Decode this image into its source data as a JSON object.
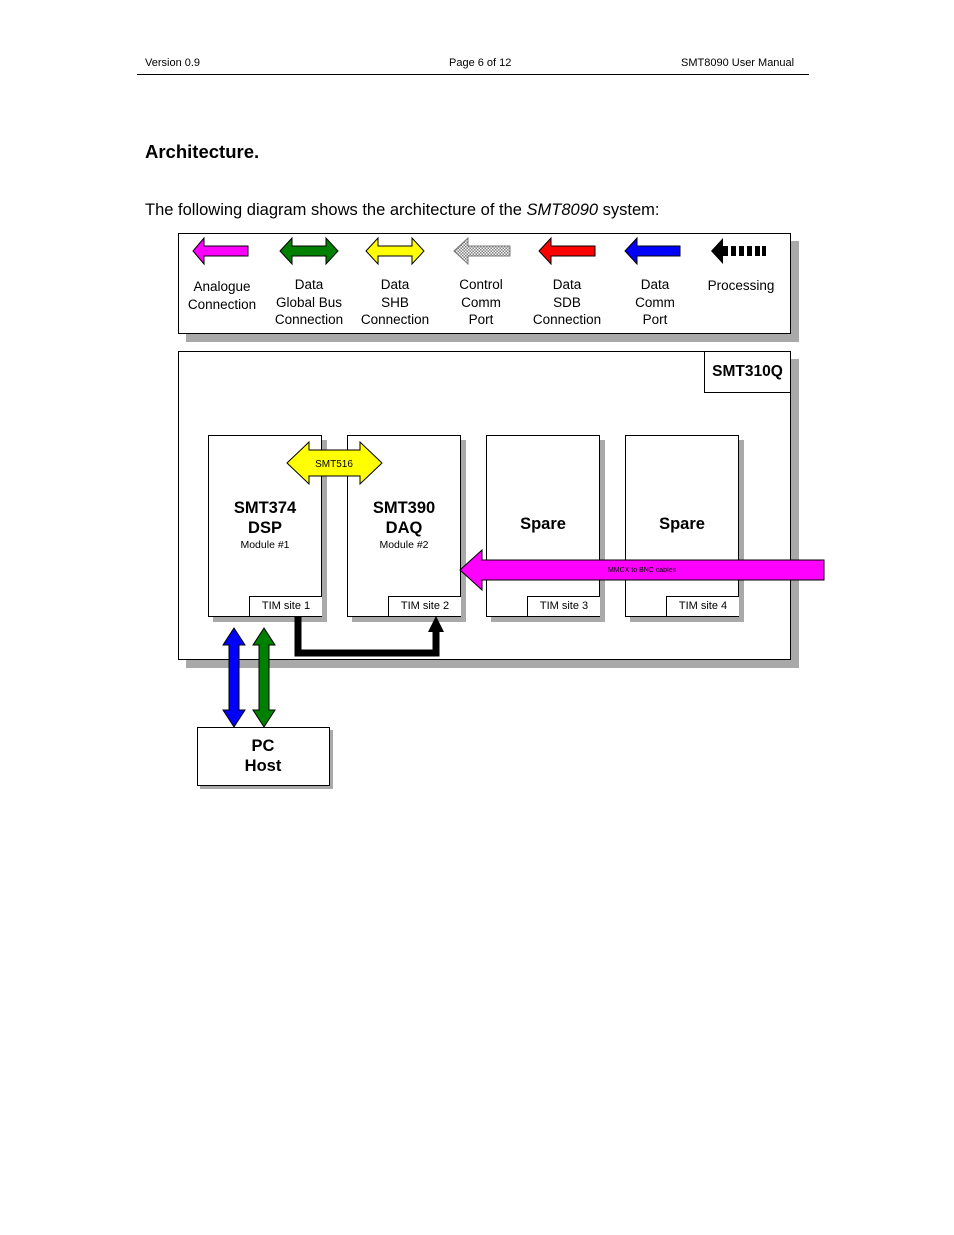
{
  "header": {
    "version": "Version 0.9",
    "page": "Page 6 of 12",
    "manual": "SMT8090 User Manual"
  },
  "section_title": "Architecture.",
  "intro": {
    "before": "The following diagram shows the architecture of the ",
    "emph": "SMT8090",
    "after": " system:"
  },
  "legend": [
    {
      "lines": [
        "Analogue",
        "Connection"
      ],
      "color": "#ff00ff",
      "style": "solid",
      "icon": "double-arrow-icon"
    },
    {
      "lines": [
        "Data",
        "Global Bus",
        "Connection"
      ],
      "color": "#008000",
      "style": "solid",
      "icon": "double-arrow-icon"
    },
    {
      "lines": [
        "Data",
        "SHB",
        "Connection"
      ],
      "color": "#ffff00",
      "style": "solid",
      "icon": "double-arrow-icon"
    },
    {
      "lines": [
        "Control",
        "Comm",
        "Port"
      ],
      "color": "#b0b0b0",
      "style": "hatched",
      "icon": "left-arrow-icon"
    },
    {
      "lines": [
        "Data",
        "SDB",
        "Connection"
      ],
      "color": "#ff0000",
      "style": "solid",
      "icon": "left-arrow-icon"
    },
    {
      "lines": [
        "Data",
        "Comm",
        "Port"
      ],
      "color": "#0000ff",
      "style": "solid",
      "icon": "left-arrow-icon"
    },
    {
      "lines": [
        "Processing"
      ],
      "color": "#000000",
      "style": "dashed",
      "icon": "left-arrow-icon"
    }
  ],
  "carrier": {
    "name": "SMT310Q"
  },
  "modules": [
    {
      "lines": [
        "SMT374",
        "DSP"
      ],
      "sub": "Module #1",
      "site": "TIM site 1"
    },
    {
      "lines": [
        "SMT390",
        "DAQ"
      ],
      "sub": "Module #2",
      "site": "TIM site 2"
    },
    {
      "lines": [
        "Spare"
      ],
      "sub": "",
      "site": "TIM site 3"
    },
    {
      "lines": [
        "Spare"
      ],
      "sub": "",
      "site": "TIM site 4"
    }
  ],
  "connectors": {
    "shb_label": "SMT516",
    "analogue_label": "MMCX to BNC cables"
  },
  "host": {
    "lines": [
      "PC",
      "Host"
    ]
  },
  "colors": {
    "analogue": "#ff00ff",
    "global_bus": "#008000",
    "shb": "#ffff00",
    "comm_port": "#0000ff",
    "processing": "#000000",
    "shadow": "#a9a9a9"
  }
}
